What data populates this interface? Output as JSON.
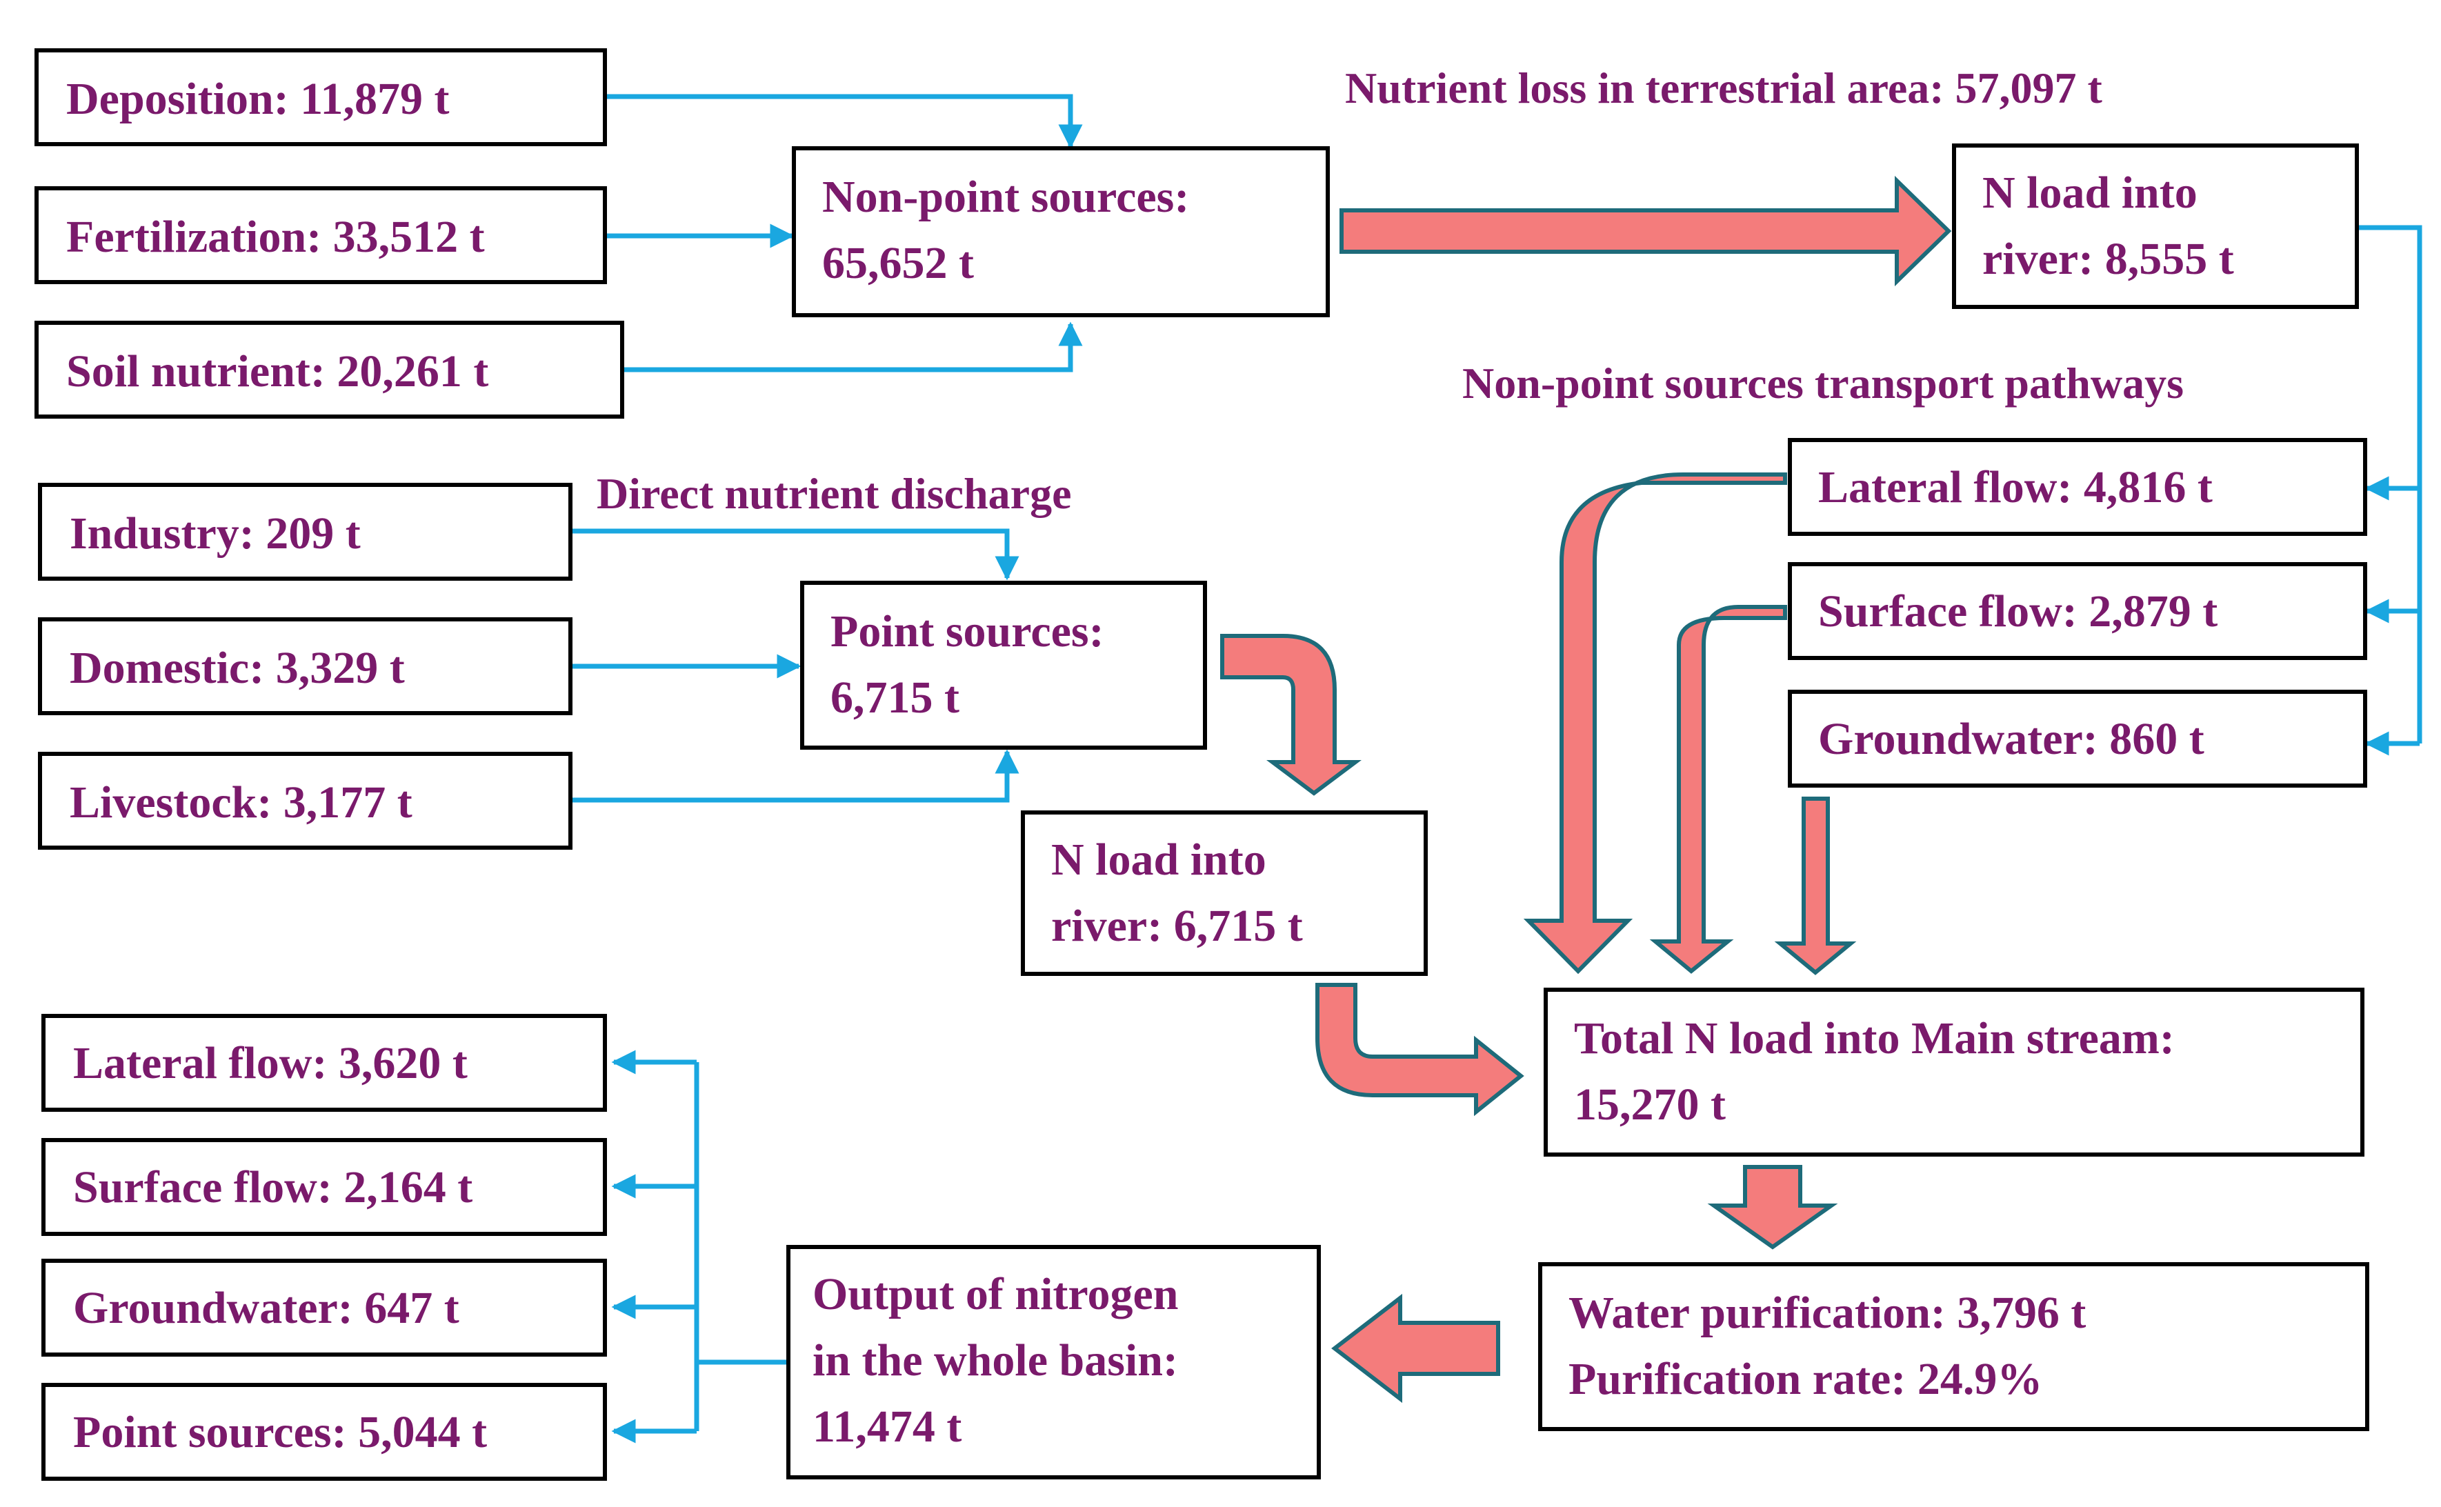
{
  "sources": {
    "deposition": "Deposition: 11,879 t",
    "fertilization": "Fertilization: 33,512 t",
    "soil_nutrient": "Soil nutrient: 20,261 t"
  },
  "nonpoint": {
    "line1": "Non-point sources:",
    "line2": "65,652 t"
  },
  "loss_label": {
    "line1": "Nutrient loss in",
    "line2": "terrestrial area: 57,097 t"
  },
  "n_load_nonpoint": {
    "line1": "N load into",
    "line2": "river: 8,555 t"
  },
  "pathways_label": "Non-point sources transport pathways",
  "pathways": {
    "lateral": "Lateral flow: 4,816 t",
    "surface": "Surface flow: 2,879 t",
    "groundwater": "Groundwater:  860 t"
  },
  "direct_label": "Direct nutrient discharge",
  "point_inputs": {
    "industry": "Industry: 209 t",
    "domestic": "Domestic: 3,329 t",
    "livestock": "Livestock: 3,177 t"
  },
  "point": {
    "line1": "Point sources:",
    "line2": "6,715 t"
  },
  "n_load_point": {
    "line1": "N load into",
    "line2": "river: 6,715 t"
  },
  "total": {
    "line1": "Total N load into Main stream:",
    "line2": "15,270 t"
  },
  "purification": {
    "line1": "Water purification: 3,796 t",
    "line2": "Purification rate: 24.9%"
  },
  "output": {
    "line1": "Output of nitrogen",
    "line2": "in the whole basin:",
    "line3": "11,474 t"
  },
  "outputs": {
    "lateral": "Lateral flow: 3,620 t",
    "surface": "Surface flow: 2,164 t",
    "groundwater": "Groundwater:  647 t",
    "point": "Point sources: 5,044 t"
  },
  "colors": {
    "box_text": "#7a1a6b",
    "connector": "#1aa7e0",
    "big_arrow_fill": "#f47c7c",
    "big_arrow_stroke": "#1e6b7a"
  }
}
